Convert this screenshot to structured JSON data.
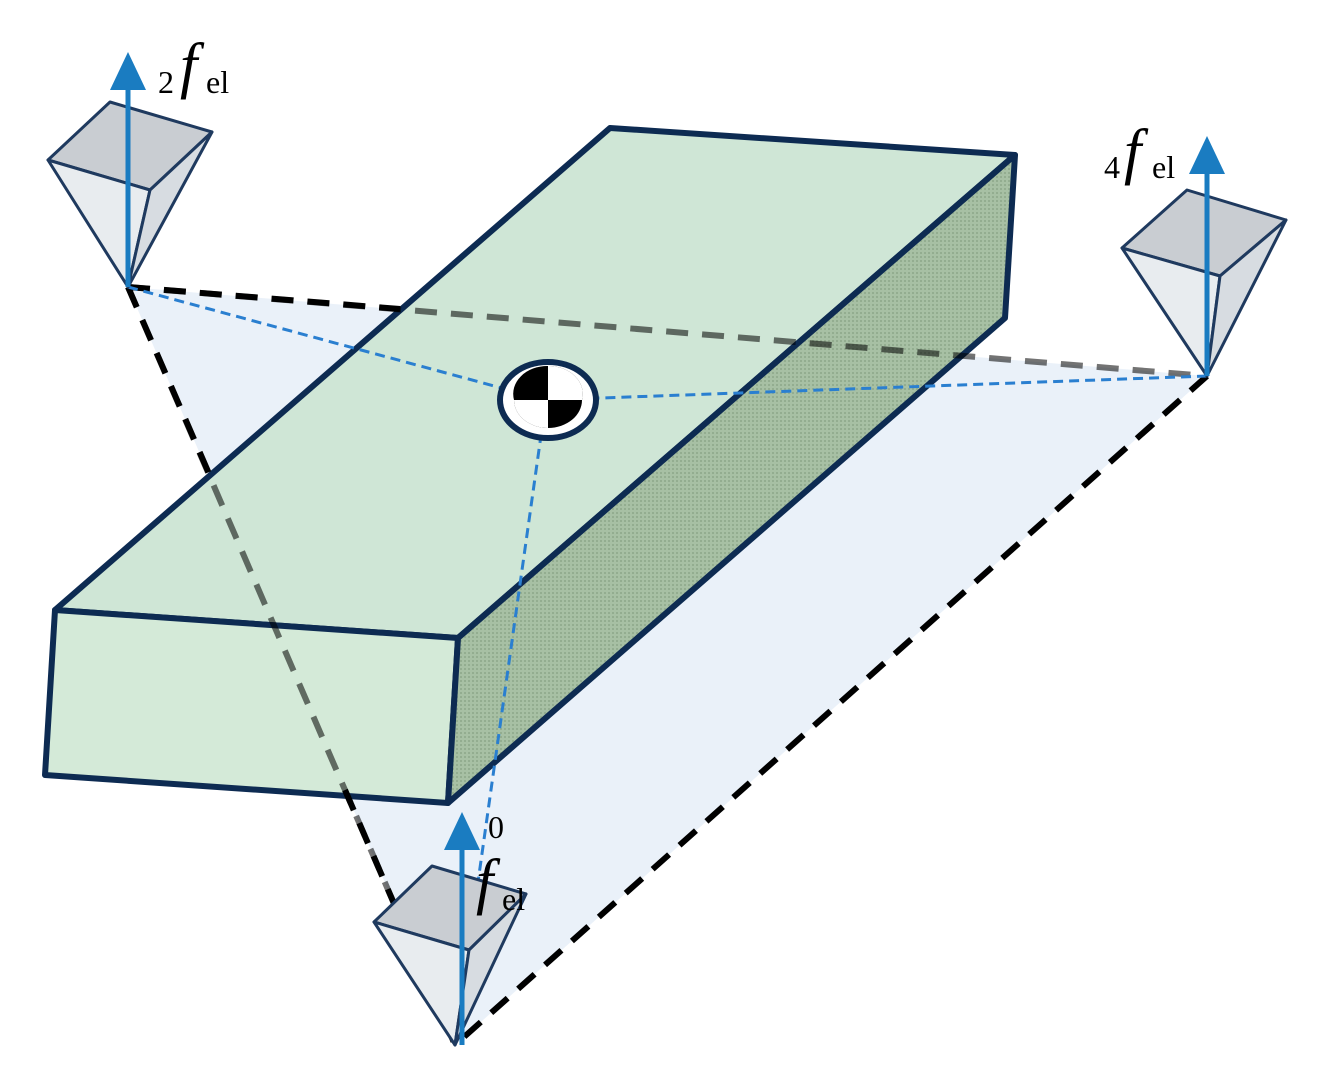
{
  "labels": {
    "f2": {
      "pre": "2",
      "main": "f",
      "sub": "el"
    },
    "f4": {
      "pre": "4",
      "main": "f",
      "sub": "el"
    },
    "f0": {
      "pre": "0",
      "main": "f",
      "sub": "el"
    }
  },
  "colors": {
    "box_top": "#cfe6d6",
    "box_front": "#d4ead8",
    "box_side": "#a9c2a6",
    "box_edge": "#0d2b52",
    "plane_fill": "#e6eef8",
    "arrow": "#1a7cc1",
    "connector": "#2a7fd0",
    "dashed": "#000000",
    "foot_fill": "#e2e6ea",
    "foot_top": "#c9cdd2",
    "foot_edge": "#1f3a5f"
  }
}
